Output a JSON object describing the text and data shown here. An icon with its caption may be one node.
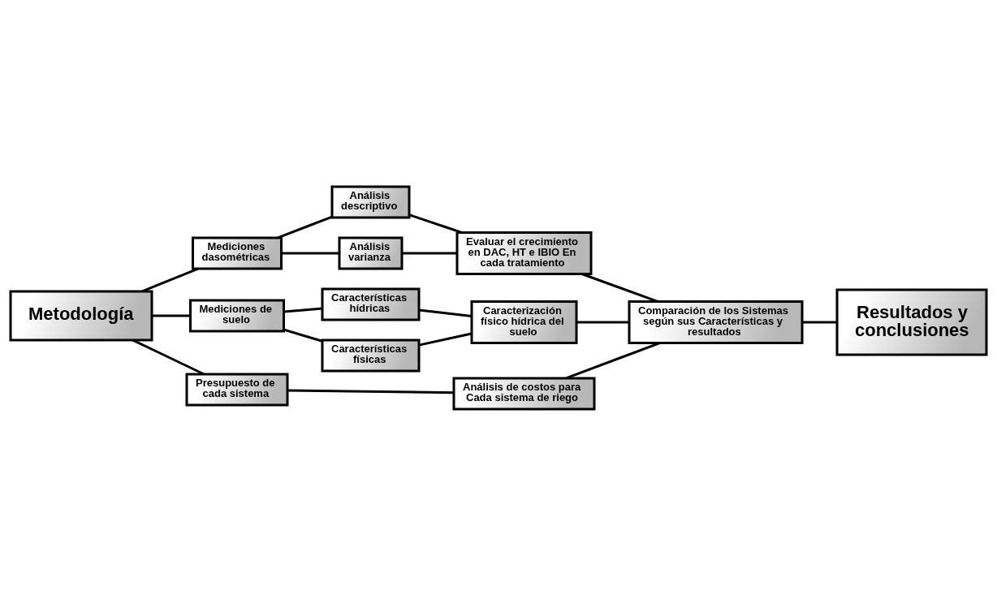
{
  "diagram": {
    "nodes": [
      {
        "text": [
          "Metodología"
        ]
      },
      {
        "text": [
          "Mediciones dasométricas"
        ]
      },
      {
        "text": [
          "Mediciones de suelo"
        ]
      },
      {
        "text": [
          "Presupuesto de cada sistema"
        ]
      },
      {
        "text": [
          "Análisis descriptivo"
        ]
      },
      {
        "text": [
          "Análisis varianza"
        ]
      },
      {
        "text": [
          "Características hídricas"
        ]
      },
      {
        "text": [
          "Características físicas"
        ]
      },
      {
        "text": [
          "Evaluar el crecimiento en DAC, HT e IBIO En cada tratamiento"
        ]
      },
      {
        "text": [
          "Caracterización físico hídrica del suelo"
        ]
      },
      {
        "text": [
          "Análisis de costos para Cada sistema de riego"
        ]
      },
      {
        "text": [
          "Comparación de los Sistemas según sus Características y resultados"
        ]
      },
      {
        "text": [
          "Resultados y conclusiones"
        ]
      }
    ],
    "edges": [
      {
        "from": 0,
        "to": 1,
        "arrow": "none"
      },
      {
        "from": 0,
        "to": 2,
        "arrow": "none"
      },
      {
        "from": 0,
        "to": 3,
        "arrow": "none"
      },
      {
        "from": 1,
        "to": 4,
        "arrow": "none"
      },
      {
        "from": 1,
        "to": 5,
        "arrow": "none"
      },
      {
        "from": 2,
        "to": 6,
        "arrow": "none"
      },
      {
        "from": 2,
        "to": 7,
        "arrow": "none"
      },
      {
        "from": 4,
        "to": 8,
        "arrow": "none"
      },
      {
        "from": 5,
        "to": 8,
        "arrow": "none"
      },
      {
        "from": 6,
        "to": 9,
        "arrow": "none"
      },
      {
        "from": 7,
        "to": 9,
        "arrow": "none"
      },
      {
        "from": 3,
        "to": 10,
        "arrow": "none"
      },
      {
        "from": 8,
        "to": 11,
        "arrow": "none"
      },
      {
        "from": 9,
        "to": 11,
        "arrow": "none"
      },
      {
        "from": 10,
        "to": 11,
        "arrow": "none"
      },
      {
        "from": 11,
        "to": 12,
        "arrow": "none"
      }
    ]
  }
}
